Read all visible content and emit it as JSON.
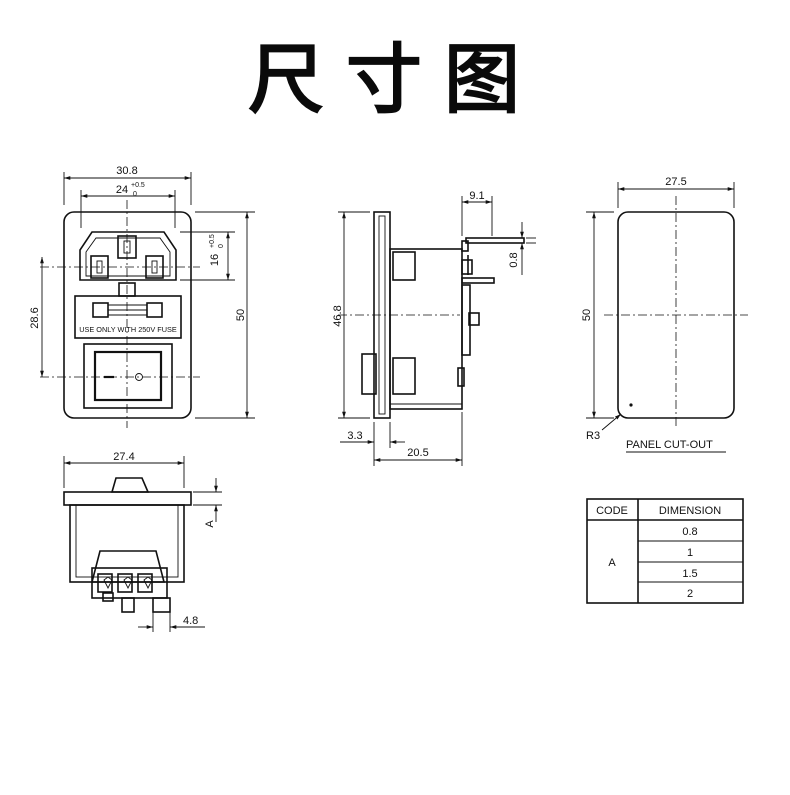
{
  "title": "尺寸图",
  "front_view": {
    "width": "30.8",
    "inlet_width": "24",
    "inlet_width_sup": "+0.5",
    "inlet_width_sub": "0",
    "inlet_height": "16",
    "inlet_height_sup": "+0.5",
    "inlet_height_sub": "0",
    "pitch": "28.6",
    "height": "50",
    "fuse_label": "USE ONLY WITH 250V FUSE"
  },
  "side_view": {
    "height": "46.8",
    "tab_length": "9.1",
    "tab_thickness": "0.8",
    "flange": "3.3",
    "depth": "20.5"
  },
  "panel_cutout": {
    "width": "27.5",
    "height": "50",
    "radius": "R3",
    "label": "PANEL CUT-OUT"
  },
  "switch_view": {
    "width": "27.4",
    "dim_a": "A",
    "terminal": "4.8"
  },
  "code_table": {
    "headers": [
      "CODE",
      "DIMENSION"
    ],
    "code": "A",
    "values": [
      "0.8",
      "1",
      "1.5",
      "2"
    ]
  }
}
